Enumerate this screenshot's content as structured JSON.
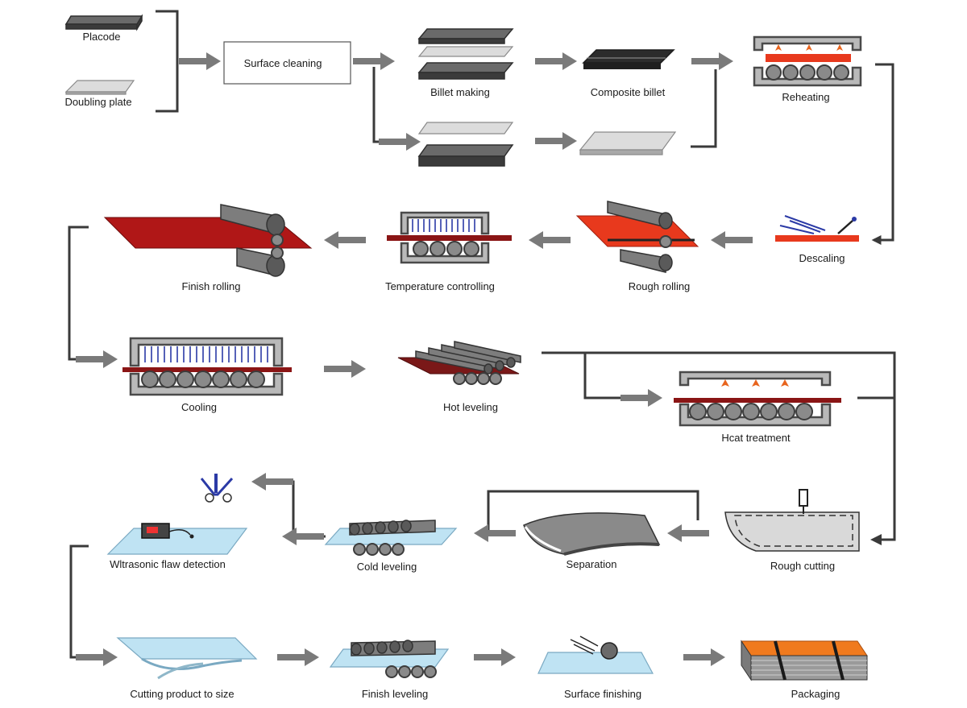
{
  "steps": {
    "placode": "Placode",
    "doubling_plate": "Doubling plate",
    "surface_cleaning": "Surface cleaning",
    "billet_making": "Billet making",
    "composite_billet": "Composite billet",
    "reheating": "Reheating",
    "descaling": "Descaling",
    "rough_rolling": "Rough rolling",
    "temperature_controlling": "Temperature controlling",
    "finish_rolling": "Finish rolling",
    "cooling": "Cooling",
    "hot_leveling": "Hot leveling",
    "heat_treatment": "Hcat treatment",
    "rough_cutting": "Rough cutting",
    "separation": "Separation",
    "cold_leveling": "Cold leveling",
    "ultrasonic_flaw_detection": "Wltrasonic flaw detection",
    "cutting_to_size": "Cutting product to size",
    "finish_leveling": "Finish leveling",
    "surface_finishing": "Surface finishing",
    "packaging": "Packaging"
  },
  "colors": {
    "arrow": "#7a7a7a",
    "connector": "#3a3a3a",
    "hot_plate": "#b01717",
    "reheat_plate": "#e8391d",
    "flame": "#e8641d",
    "cold_plate": "#bfe3f3",
    "package": "#f07a1e",
    "spray": "#2b3aa6"
  }
}
